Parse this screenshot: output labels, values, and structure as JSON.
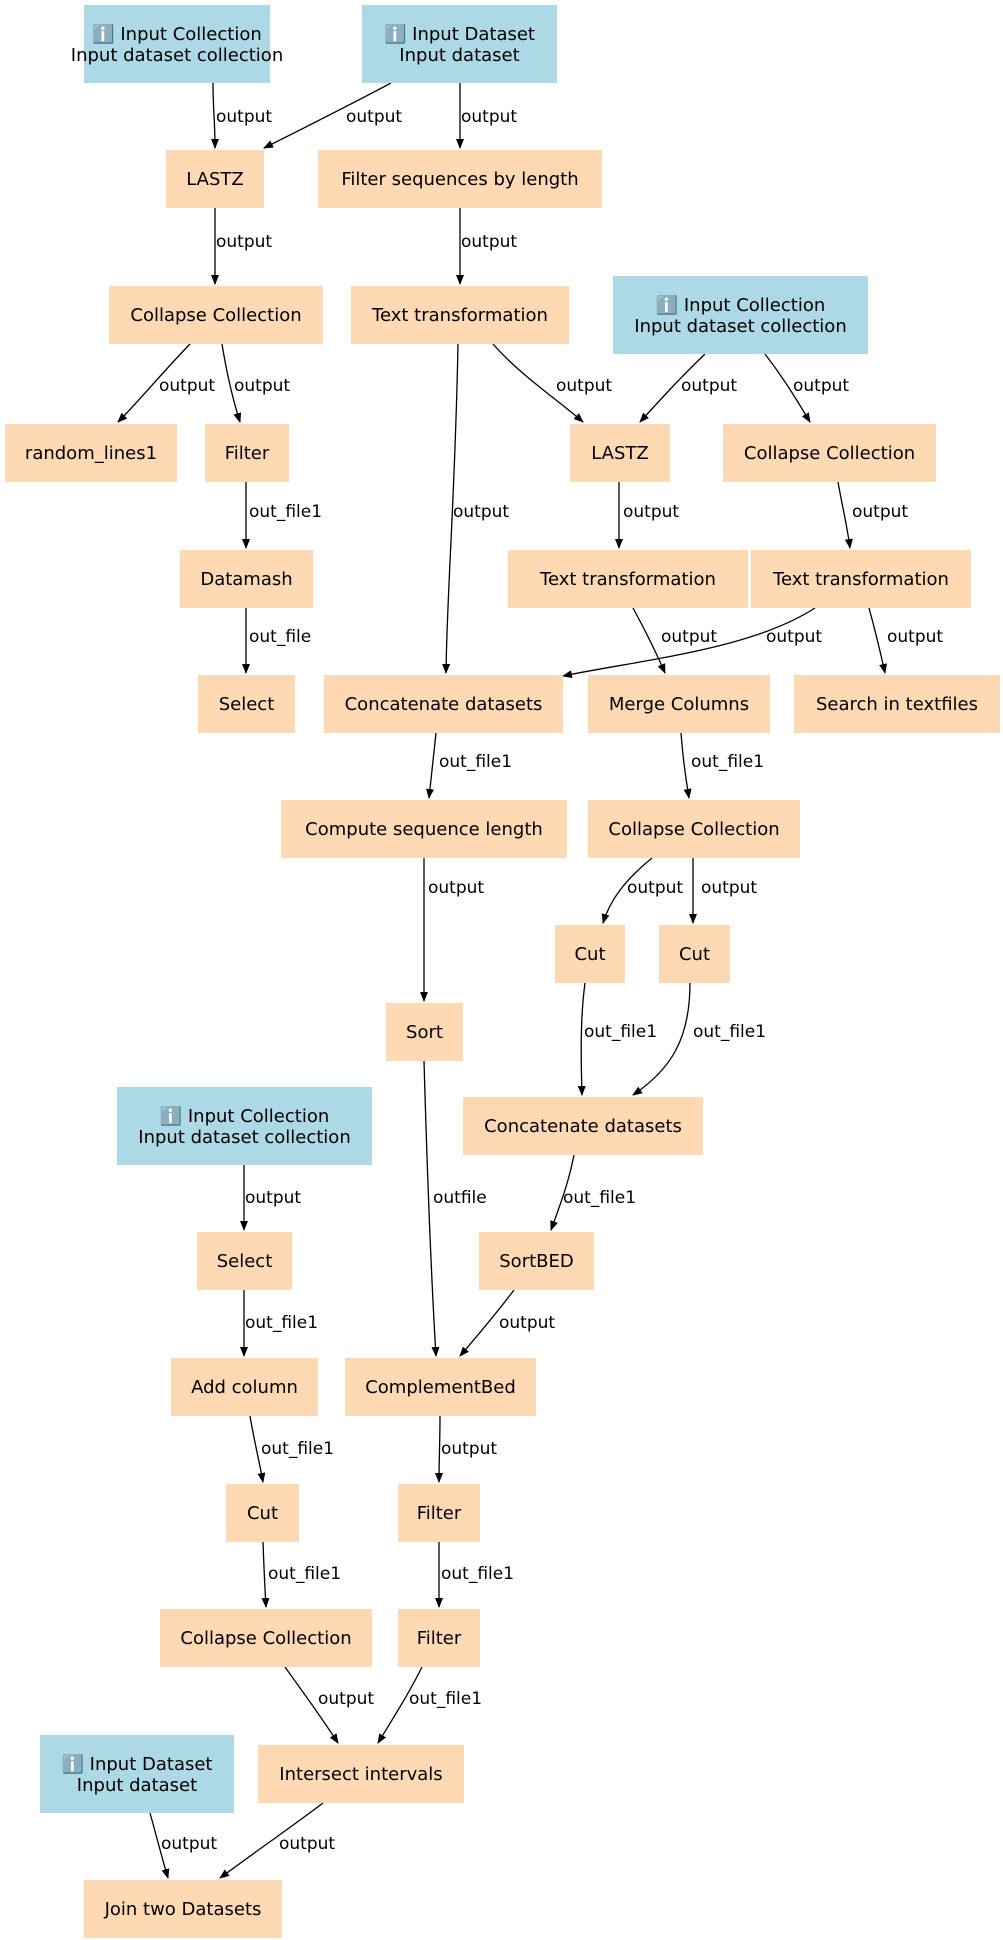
{
  "colors": {
    "input_node": "#add8e6",
    "tool_node": "#ffd8b4",
    "edge": "#000000"
  },
  "nodes": [
    {
      "id": "n0",
      "kind": "input",
      "icon": "ℹ️",
      "title": "Input Collection",
      "subtitle": "Input dataset collection"
    },
    {
      "id": "n1",
      "kind": "input",
      "icon": "ℹ️",
      "title": "Input Dataset",
      "subtitle": "Input dataset"
    },
    {
      "id": "n2",
      "kind": "tool",
      "label": "LASTZ"
    },
    {
      "id": "n3",
      "kind": "tool",
      "label": "Filter sequences by length"
    },
    {
      "id": "n4",
      "kind": "tool",
      "label": "Collapse Collection"
    },
    {
      "id": "n5",
      "kind": "tool",
      "label": "Text transformation"
    },
    {
      "id": "n6",
      "kind": "input",
      "icon": "ℹ️",
      "title": "Input Collection",
      "subtitle": "Input dataset collection"
    },
    {
      "id": "n7",
      "kind": "tool",
      "label": "random_lines1"
    },
    {
      "id": "n8",
      "kind": "tool",
      "label": "Filter"
    },
    {
      "id": "n9",
      "kind": "tool",
      "label": "LASTZ"
    },
    {
      "id": "n10",
      "kind": "tool",
      "label": "Collapse Collection"
    },
    {
      "id": "n11",
      "kind": "tool",
      "label": "Datamash"
    },
    {
      "id": "n12",
      "kind": "tool",
      "label": "Text transformation"
    },
    {
      "id": "n13",
      "kind": "tool",
      "label": "Text transformation"
    },
    {
      "id": "n14",
      "kind": "tool",
      "label": "Select"
    },
    {
      "id": "n15",
      "kind": "tool",
      "label": "Concatenate datasets"
    },
    {
      "id": "n16",
      "kind": "tool",
      "label": "Merge Columns"
    },
    {
      "id": "n17",
      "kind": "tool",
      "label": "Search in textfiles"
    },
    {
      "id": "n18",
      "kind": "tool",
      "label": "Compute sequence length"
    },
    {
      "id": "n19",
      "kind": "tool",
      "label": "Collapse Collection"
    },
    {
      "id": "n20",
      "kind": "tool",
      "label": "Cut"
    },
    {
      "id": "n21",
      "kind": "tool",
      "label": "Cut"
    },
    {
      "id": "n22",
      "kind": "tool",
      "label": "Sort"
    },
    {
      "id": "n23",
      "kind": "input",
      "icon": "ℹ️",
      "title": "Input Collection",
      "subtitle": "Input dataset collection"
    },
    {
      "id": "n24",
      "kind": "tool",
      "label": "Concatenate datasets"
    },
    {
      "id": "n25",
      "kind": "tool",
      "label": "Select"
    },
    {
      "id": "n26",
      "kind": "tool",
      "label": "SortBED"
    },
    {
      "id": "n27",
      "kind": "tool",
      "label": "Add column"
    },
    {
      "id": "n28",
      "kind": "tool",
      "label": "ComplementBed"
    },
    {
      "id": "n29",
      "kind": "tool",
      "label": "Cut"
    },
    {
      "id": "n30",
      "kind": "tool",
      "label": "Filter"
    },
    {
      "id": "n31",
      "kind": "tool",
      "label": "Collapse Collection"
    },
    {
      "id": "n32",
      "kind": "tool",
      "label": "Filter"
    },
    {
      "id": "n33",
      "kind": "input",
      "icon": "ℹ️",
      "title": "Input Dataset",
      "subtitle": "Input dataset"
    },
    {
      "id": "n34",
      "kind": "tool",
      "label": "Intersect intervals"
    },
    {
      "id": "n35",
      "kind": "tool",
      "label": "Join two Datasets"
    }
  ],
  "edges": [
    {
      "from": "n0",
      "to": "n2",
      "label": "output"
    },
    {
      "from": "n1",
      "to": "n2",
      "label": "output"
    },
    {
      "from": "n1",
      "to": "n3",
      "label": "output"
    },
    {
      "from": "n2",
      "to": "n4",
      "label": "output"
    },
    {
      "from": "n3",
      "to": "n5",
      "label": "output"
    },
    {
      "from": "n4",
      "to": "n7",
      "label": "output"
    },
    {
      "from": "n4",
      "to": "n8",
      "label": "output"
    },
    {
      "from": "n5",
      "to": "n9",
      "label": "output"
    },
    {
      "from": "n6",
      "to": "n9",
      "label": "output"
    },
    {
      "from": "n6",
      "to": "n10",
      "label": "output"
    },
    {
      "from": "n5",
      "to": "n15",
      "label": "output"
    },
    {
      "from": "n8",
      "to": "n11",
      "label": "out_file1"
    },
    {
      "from": "n9",
      "to": "n12",
      "label": "output"
    },
    {
      "from": "n10",
      "to": "n13",
      "label": "output"
    },
    {
      "from": "n11",
      "to": "n14",
      "label": "out_file"
    },
    {
      "from": "n13",
      "to": "n15",
      "label": "output"
    },
    {
      "from": "n12",
      "to": "n16",
      "label": "output"
    },
    {
      "from": "n13",
      "to": "n17",
      "label": "output"
    },
    {
      "from": "n15",
      "to": "n18",
      "label": "out_file1"
    },
    {
      "from": "n16",
      "to": "n19",
      "label": "out_file1"
    },
    {
      "from": "n18",
      "to": "n22",
      "label": "output"
    },
    {
      "from": "n19",
      "to": "n20",
      "label": "output"
    },
    {
      "from": "n19",
      "to": "n21",
      "label": "output"
    },
    {
      "from": "n20",
      "to": "n24",
      "label": "out_file1"
    },
    {
      "from": "n21",
      "to": "n24",
      "label": "out_file1"
    },
    {
      "from": "n23",
      "to": "n25",
      "label": "output"
    },
    {
      "from": "n24",
      "to": "n26",
      "label": "out_file1"
    },
    {
      "from": "n22",
      "to": "n28",
      "label": "outfile"
    },
    {
      "from": "n26",
      "to": "n28",
      "label": "output"
    },
    {
      "from": "n25",
      "to": "n27",
      "label": "out_file1"
    },
    {
      "from": "n27",
      "to": "n29",
      "label": "out_file1"
    },
    {
      "from": "n28",
      "to": "n30",
      "label": "output"
    },
    {
      "from": "n29",
      "to": "n31",
      "label": "out_file1"
    },
    {
      "from": "n30",
      "to": "n32",
      "label": "out_file1"
    },
    {
      "from": "n31",
      "to": "n34",
      "label": "output"
    },
    {
      "from": "n32",
      "to": "n34",
      "label": "out_file1"
    },
    {
      "from": "n33",
      "to": "n35",
      "label": "output"
    },
    {
      "from": "n34",
      "to": "n35",
      "label": "output"
    }
  ]
}
